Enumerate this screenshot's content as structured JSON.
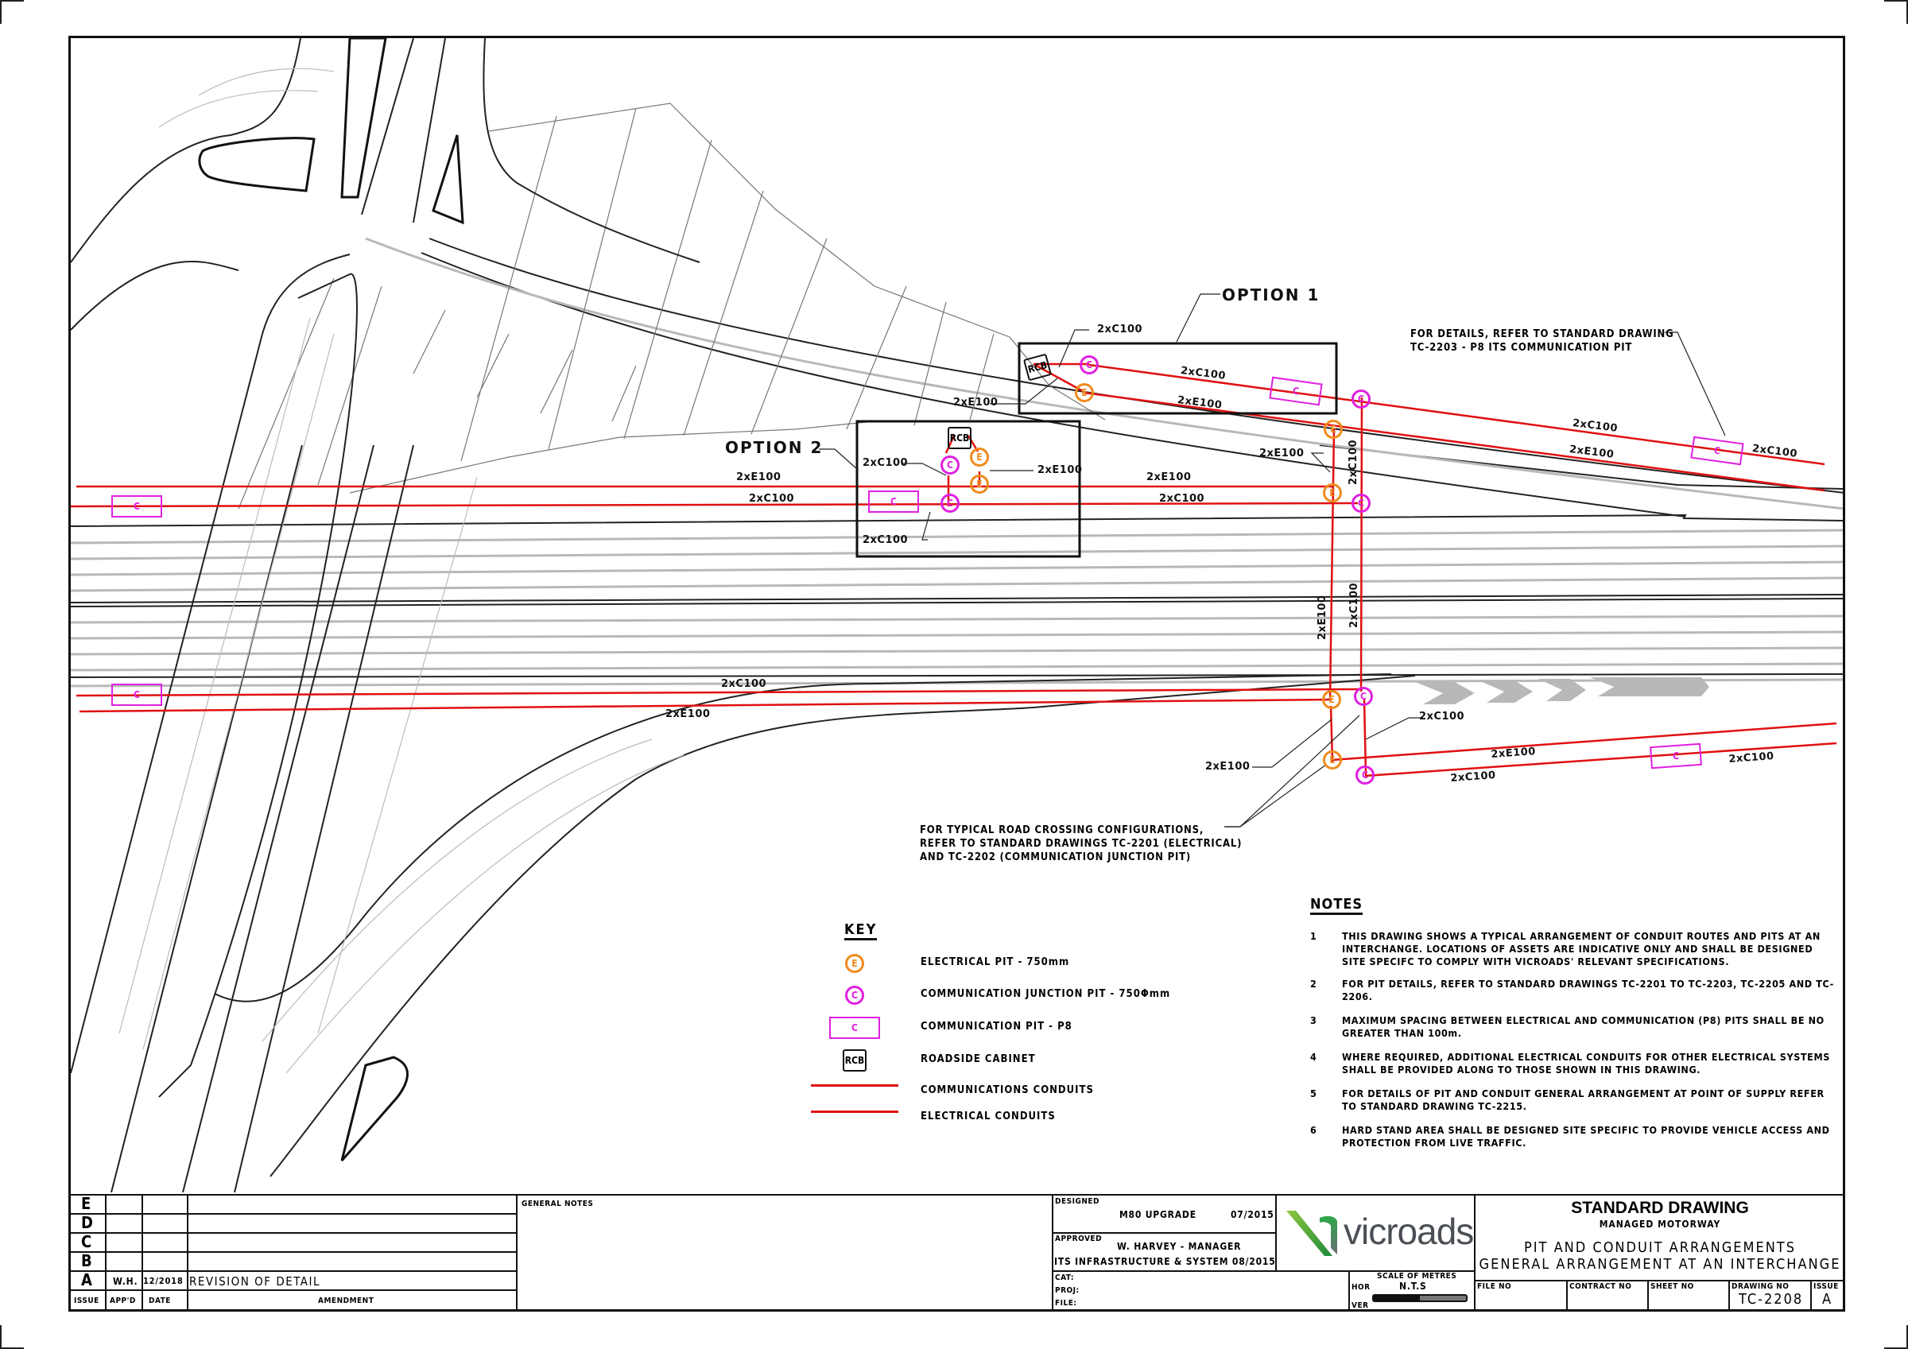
{
  "drawing": {
    "options": {
      "option1": "OPTION 1",
      "option2": "OPTION 2"
    },
    "conduit_labels": {
      "c100": "2xC100",
      "e100": "2xE100"
    },
    "pit_letters": {
      "electrical": "E",
      "communication": "C",
      "rcb": "RCB"
    },
    "callouts": {
      "p8_detail_line1": "FOR DETAILS, REFER TO STANDARD DRAWING",
      "p8_detail_line2": "TC-2203 - P8 ITS COMMUNICATION PIT",
      "crossing_line1": "FOR TYPICAL ROAD CROSSING CONFIGURATIONS,",
      "crossing_line2": "REFER TO STANDARD DRAWINGS TC-2201 (ELECTRICAL)",
      "crossing_line3": "AND TC-2202 (COMMUNICATION JUNCTION PIT)"
    },
    "colors": {
      "conduit": "#e01010",
      "electrical_pit": "#f08a1c",
      "communication_pit": "#e020e0",
      "road_outline": "#111111",
      "lane_line": "#b0b0b0"
    }
  },
  "key": {
    "title": "KEY",
    "items": [
      {
        "symbol": "electrical-pit",
        "label": "ELECTRICAL  PIT - 750mm"
      },
      {
        "symbol": "communication-junction-pit",
        "label": "COMMUNICATION JUNCTION  PIT - 750Φmm"
      },
      {
        "symbol": "communication-pit-p8",
        "label": "COMMUNICATION PIT - P8"
      },
      {
        "symbol": "roadside-cabinet",
        "label": "ROADSIDE CABINET"
      },
      {
        "symbol": "communications-conduit-line",
        "label": "COMMUNICATIONS CONDUITS"
      },
      {
        "symbol": "electrical-conduit-line",
        "label": "ELECTRICAL CONDUITS"
      }
    ]
  },
  "notes": {
    "title": "NOTES",
    "items": [
      {
        "num": "1",
        "text": "THIS DRAWING SHOWS A TYPICAL ARRANGEMENT OF CONDUIT ROUTES AND PITS AT AN INTERCHANGE. LOCATIONS OF ASSETS ARE INDICATIVE ONLY AND SHALL BE DESIGNED SITE SPECIFC TO COMPLY WITH VICROADS' RELEVANT SPECIFICATIONS."
      },
      {
        "num": "2",
        "text": "FOR PIT DETAILS, REFER TO STANDARD DRAWINGS TC-2201 TO TC-2203, TC-2205 AND TC-2206."
      },
      {
        "num": "3",
        "text": "MAXIMUM SPACING BETWEEN ELECTRICAL AND COMMUNICATION (P8) PITS SHALL BE NO GREATER THAN 100m."
      },
      {
        "num": "4",
        "text": "WHERE REQUIRED, ADDITIONAL ELECTRICAL CONDUITS FOR OTHER ELECTRICAL SYSTEMS SHALL BE PROVIDED ALONG TO THOSE SHOWN IN THIS DRAWING."
      },
      {
        "num": "5",
        "text": "FOR DETAILS OF PIT AND CONDUIT GENERAL ARRANGEMENT AT POINT OF SUPPLY REFER TO STANDARD DRAWING TC-2215."
      },
      {
        "num": "6",
        "text": "HARD STAND AREA SHALL BE DESIGNED SITE SPECIFIC TO PROVIDE VEHICLE ACCESS AND PROTECTION FROM LIVE TRAFFIC."
      }
    ]
  },
  "title_block": {
    "revisions": [
      {
        "issue": "E",
        "appd": "",
        "date": "",
        "amendment": ""
      },
      {
        "issue": "D",
        "appd": "",
        "date": "",
        "amendment": ""
      },
      {
        "issue": "C",
        "appd": "",
        "date": "",
        "amendment": ""
      },
      {
        "issue": "B",
        "appd": "",
        "date": "",
        "amendment": ""
      },
      {
        "issue": "A",
        "appd": "W.H.",
        "date": "12/2018",
        "amendment": "REVISION OF DETAIL"
      }
    ],
    "rev_headers": {
      "issue": "ISSUE",
      "appd": "APP'D",
      "date": "DATE",
      "amendment": "AMENDMENT"
    },
    "general_notes_label": "GENERAL NOTES",
    "designed_label": "DESIGNED",
    "designed_value": "M80 UPGRADE",
    "designed_date": "07/2015",
    "approved_label": "APPROVED",
    "approved_value": "W. HARVEY - MANAGER",
    "approved_line2": "ITS INFRASTRUCTURE & SYSTEM 08/2015",
    "cat_label": "CAT:",
    "proj_label": "PROJ:",
    "file_label": "FILE:",
    "hor_label": "HOR",
    "ver_label": "VER",
    "scale_label": "SCALE OF METRES",
    "scale_value": "N.T.S",
    "logo_text": "vicroads",
    "std_drawing": "STANDARD DRAWING",
    "subtitle": "MANAGED MOTORWAY",
    "title1": "PIT AND CONDUIT ARRANGEMENTS",
    "title2": "GENERAL ARRANGEMENT AT AN INTERCHANGE",
    "file_no_label": "FILE NO",
    "contract_no_label": "CONTRACT NO",
    "sheet_no_label": "SHEET NO",
    "drawing_no_label": "DRAWING NO",
    "drawing_no": "TC-2208",
    "issue_label": "ISSUE",
    "issue_value": "A"
  }
}
